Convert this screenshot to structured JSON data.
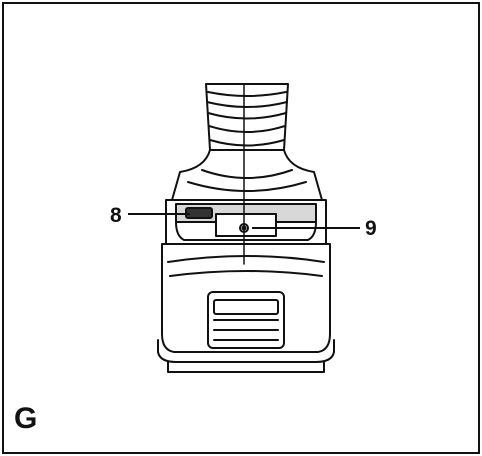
{
  "figure": {
    "letter": "G",
    "callouts": [
      {
        "number": "8",
        "target": "battery-release-button"
      },
      {
        "number": "9",
        "target": "battery-latch-screw"
      }
    ]
  }
}
